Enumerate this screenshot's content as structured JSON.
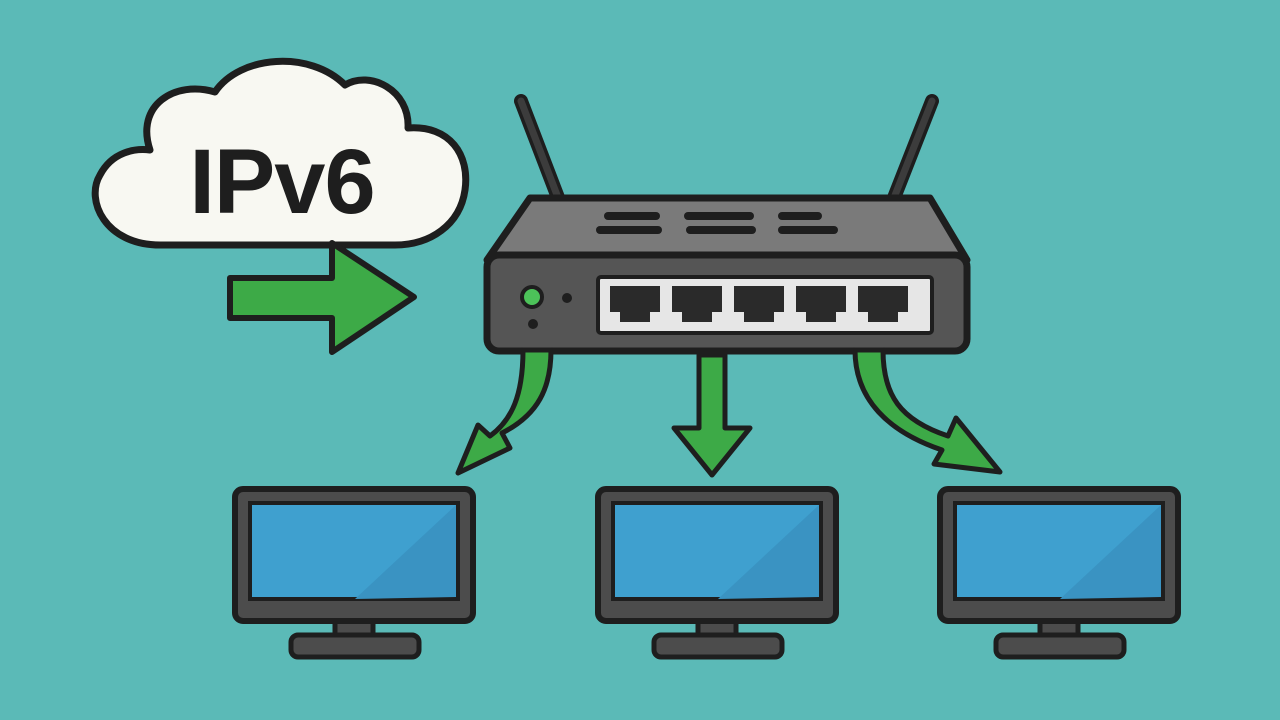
{
  "cloud": {
    "label": "IPv6"
  },
  "router": {
    "port_count": 5,
    "status_led": "on"
  },
  "computers": [
    {
      "name": "computer-left"
    },
    {
      "name": "computer-center"
    },
    {
      "name": "computer-right"
    }
  ],
  "icons": {
    "cloud": "cloud-icon",
    "router": "router-icon",
    "computer": "monitor-icon",
    "arrow": "arrow-icon"
  },
  "colors": {
    "background": "#5bbab7",
    "outline": "#1e1e1e",
    "arrow": "#3daa47",
    "cloud_fill": "#f8f8f2",
    "router_top": "#7a7a7a",
    "router_front": "#555555",
    "screen": "#3fa0cf",
    "screen_shade": "#3a93c2",
    "bezel": "#4c4c4c",
    "led": "#4cc259",
    "port_panel": "#e6e6e6",
    "port": "#2a2a2a"
  }
}
